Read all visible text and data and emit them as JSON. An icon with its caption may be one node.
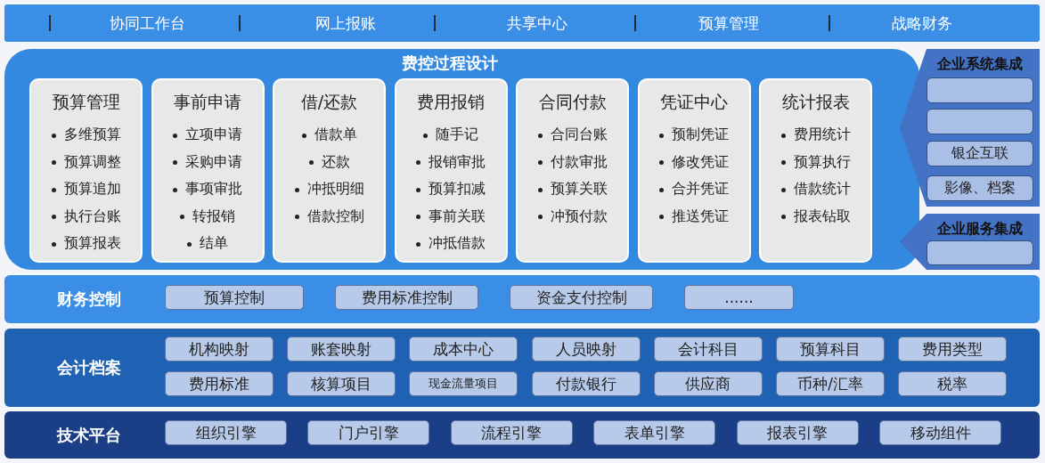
{
  "diagram": {
    "nodes": [
      {
        "text": [
          "协同工作台",
          "网上报账",
          "共享中心",
          "预算管理",
          "战略财务"
        ]
      },
      {
        "text": [
          "费控过程设计"
        ]
      },
      {
        "text": [
          "预算管理",
          "多维预算",
          "预算调整",
          "预算追加",
          "执行台账",
          "预算报表"
        ],
        "in": 1
      },
      {
        "text": [
          "事前申请",
          "立项申请",
          "采购申请",
          "事项审批",
          "转报销",
          "结单"
        ],
        "in": 1
      },
      {
        "text": [
          "借/还款",
          "借款单",
          "还款",
          "冲抵明细",
          "借款控制"
        ],
        "in": 1
      },
      {
        "text": [
          "费用报销",
          "随手记",
          "报销审批",
          "预算扣减",
          "事前关联",
          "冲抵借款"
        ],
        "in": 1
      },
      {
        "text": [
          "合同付款",
          "合同台账",
          "付款审批",
          "预算关联",
          "冲预付款"
        ],
        "in": 1
      },
      {
        "text": [
          "凭证中心",
          "预制凭证",
          "修改凭证",
          "合并凭证",
          "推送凭证"
        ],
        "in": 1
      },
      {
        "text": [
          "统计报表",
          "费用统计",
          "预算执行",
          "借款统计",
          "报表钻取"
        ],
        "in": 1
      },
      {
        "text": [
          "企业系统集成"
        ]
      },
      {
        "text": [],
        "shape": "box",
        "in": 9
      },
      {
        "text": [],
        "shape": "box",
        "in": 9
      },
      {
        "text": [
          "银企互联"
        ],
        "in": 9
      },
      {
        "text": [
          "影像、档案"
        ],
        "in": 9
      },
      {
        "text": [
          "企业服务集成"
        ]
      },
      {
        "text": [],
        "shape": "box",
        "in": 14
      },
      {
        "text": [
          "财务控制"
        ]
      },
      {
        "text": [
          "预算控制"
        ],
        "in": 16
      },
      {
        "text": [
          "费用标准控制"
        ],
        "in": 16
      },
      {
        "text": [
          "资金支付控制"
        ],
        "in": 16
      },
      {
        "text": [
          "......"
        ],
        "in": 16
      },
      {
        "text": [
          "会计档案"
        ]
      },
      {
        "text": [
          "机构映射"
        ],
        "in": 21
      },
      {
        "text": [
          "账套映射"
        ],
        "in": 21
      },
      {
        "text": [
          "成本中心"
        ],
        "in": 21
      },
      {
        "text": [
          "人员映射"
        ],
        "in": 21
      },
      {
        "text": [
          "会计科目"
        ],
        "in": 21
      },
      {
        "text": [
          "预算科目"
        ],
        "in": 21
      },
      {
        "text": [
          "费用类型"
        ],
        "in": 21
      },
      {
        "text": [
          "费用标准"
        ],
        "in": 21
      },
      {
        "text": [
          "核算项目"
        ],
        "in": 21
      },
      {
        "text": [
          "现金流量项目"
        ],
        "in": 21
      },
      {
        "text": [
          "付款银行"
        ],
        "in": 21
      },
      {
        "text": [
          "供应商"
        ],
        "in": 21
      },
      {
        "text": [
          "币种/汇率"
        ],
        "in": 21
      },
      {
        "text": [
          "税率"
        ],
        "in": 21
      },
      {
        "text": [
          "技术平台"
        ]
      },
      {
        "text": [
          "组织引擎"
        ],
        "in": 36
      },
      {
        "text": [
          "门户引擎"
        ],
        "in": 36
      },
      {
        "text": [
          "流程引擎"
        ],
        "in": 36
      },
      {
        "text": [
          "表单引擎"
        ],
        "in": 36
      },
      {
        "text": [
          "报表引擎"
        ],
        "in": 36
      },
      {
        "text": [
          "移动组件"
        ],
        "in": 36
      }
    ]
  }
}
